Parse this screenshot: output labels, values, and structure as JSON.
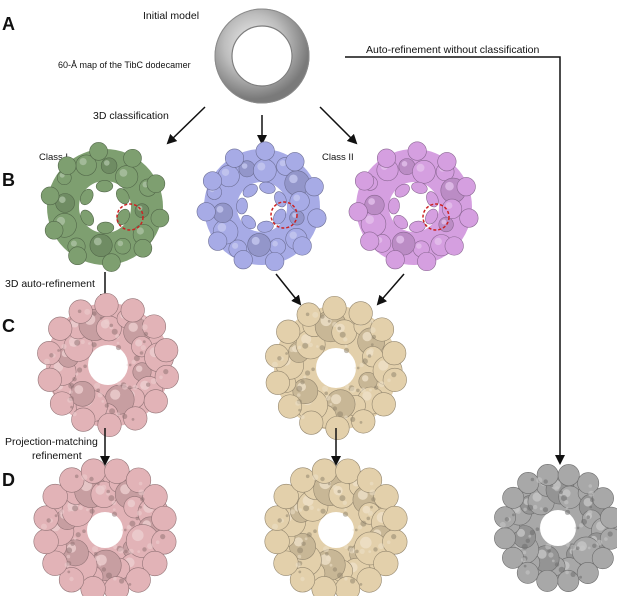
{
  "panels": {
    "a": "A",
    "b": "B",
    "c": "C",
    "d": "D"
  },
  "labels": {
    "initial_model": "Initial model",
    "map_caption": "60-Å map of the TibC dodecamer",
    "auto_refine_no_class": "Auto-refinement without classification",
    "classification_3d": "3D classification",
    "class_1": "Class I",
    "class_2": "Class II",
    "auto_refine_3d": "3D auto-refinement",
    "projection_matching_1": "Projection-matching",
    "projection_matching_2": "refinement"
  },
  "colors": {
    "initial_ring": "#b9b9b9",
    "class_1_map": "#7e9f70",
    "middle_class_map": "#a7abe6",
    "class_2_map": "#d59fe0",
    "class_1_refined": "#e2b3b7",
    "class_2_refined": "#e3d0ab",
    "unclassified_refined": "#a8a8a8",
    "highlight_circle": "#cc2222",
    "arrow": "#111111"
  }
}
